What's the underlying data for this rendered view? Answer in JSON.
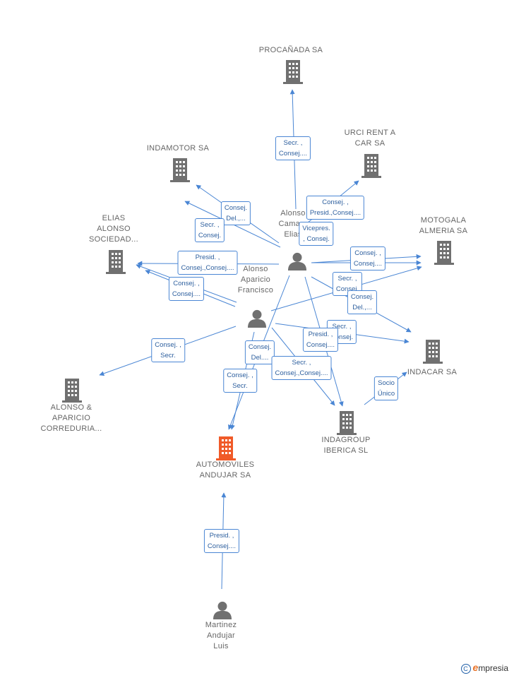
{
  "colors": {
    "edge": "#4a86d4",
    "company": "#707070",
    "company_highlight": "#f05a28",
    "person": "#707070"
  },
  "nodes": [
    {
      "id": "procanada",
      "type": "company",
      "label": "PROCAÑADA SA"
    },
    {
      "id": "urcirent",
      "type": "company",
      "label": "URCI RENT A\nCAR SA"
    },
    {
      "id": "indamotor",
      "type": "company",
      "label": "INDAMOTOR SA"
    },
    {
      "id": "elias",
      "type": "company",
      "label": "ELIAS\nALONSO\nSOCIEDAD..."
    },
    {
      "id": "motogala",
      "type": "company",
      "label": "MOTOGALA\nALMERIA SA"
    },
    {
      "id": "indacar",
      "type": "company",
      "label": "INDACAR SA"
    },
    {
      "id": "alonso_ap",
      "type": "company",
      "label": "ALONSO &\nAPARICIO\nCORREDURIA..."
    },
    {
      "id": "indagroup",
      "type": "company",
      "label": "INDAGROUP\nIBERICA SL"
    },
    {
      "id": "automoviles",
      "type": "company_highlight",
      "label": "AUTOMOVILES\nANDUJAR SA"
    },
    {
      "id": "camara",
      "type": "person",
      "label": "Alonso\nCamara\nElias"
    },
    {
      "id": "aparicio",
      "type": "person",
      "label": "Alonso\nAparicio\nFrancisco"
    },
    {
      "id": "martinez",
      "type": "person",
      "label": "Martinez\nAndujar\nLuis"
    }
  ],
  "relations": [
    {
      "text": "Secr. ,\nConsej...."
    },
    {
      "text": "Consej. ,\nPresid.,Consej...."
    },
    {
      "text": "Consej.\nDel.,..."
    },
    {
      "text": "Secr. ,\nConsej."
    },
    {
      "text": "Vicepres.\n, Consej."
    },
    {
      "text": "Presid. ,\nConsej.,Consej...."
    },
    {
      "text": "Consej. ,\nConsej...."
    },
    {
      "text": "Consej. ,\nConsej...."
    },
    {
      "text": "Secr. ,\nConsej."
    },
    {
      "text": "Consej.\nDel.,..."
    },
    {
      "text": "Secr. ,\nConsej."
    },
    {
      "text": "Presid. ,\nConsej...."
    },
    {
      "text": "Consej. ,\nSecr."
    },
    {
      "text": "Consej.\nDel...."
    },
    {
      "text": "Secr. ,\nConsej.,Consej...."
    },
    {
      "text": "Consej. ,\nSecr."
    },
    {
      "text": "Socio\nÚnico"
    },
    {
      "text": "Presid. ,\nConsej...."
    }
  ],
  "brand": {
    "symbol": "C",
    "initial": "e",
    "name": "mpresia"
  }
}
